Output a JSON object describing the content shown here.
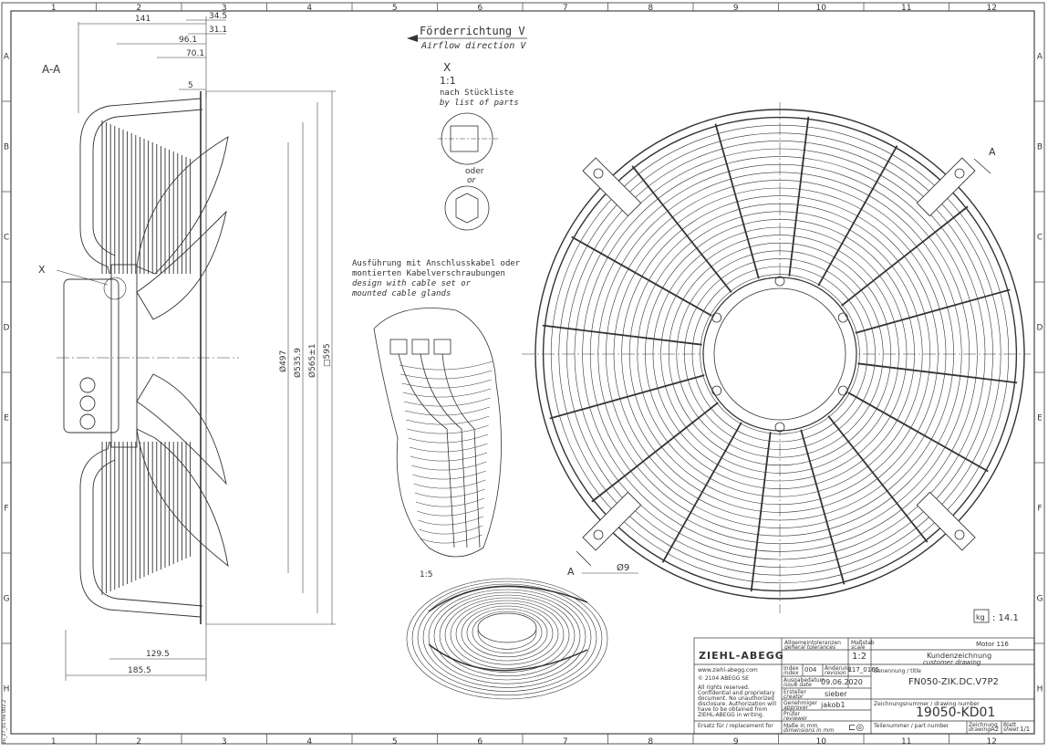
{
  "frame": {
    "cols": [
      "1",
      "2",
      "3",
      "4",
      "5",
      "6",
      "7",
      "8",
      "9",
      "10",
      "11",
      "12"
    ],
    "rows": [
      "A",
      "B",
      "C",
      "D",
      "E",
      "F",
      "G",
      "H"
    ],
    "side_stamp": "zu_27_01 Ins 002.2"
  },
  "section": {
    "label": "A-A",
    "detail_ref": "X",
    "dims": {
      "d141": "141",
      "d34_5": "34.5",
      "d31_1": "31.1",
      "d96_1": "96.1",
      "d70_1": "70.1",
      "d5": "5",
      "d129_5": "129.5",
      "d185_5": "185.5",
      "d497": "Ø497",
      "d535_9": "Ø535.9",
      "d565": "Ø565±1",
      "d595": "□595"
    }
  },
  "airflow": {
    "de": "Förderrichtung V",
    "en": "Airflow direction V"
  },
  "detail": {
    "ref": "X",
    "scale": "1:1",
    "note_de": "nach Stückliste",
    "note_en": "by list of parts",
    "or_de": "oder",
    "or_en": "or"
  },
  "cable_note": {
    "line1": "Ausführung mit Anschlusskabel oder",
    "line2": "montierten Kabelverschraubungen",
    "line3": "design with cable set or",
    "line4": "mounted cable glands"
  },
  "iso_scale": "1:5",
  "front": {
    "section_mark": "A",
    "section_mark2": "A",
    "hole": "Ø9"
  },
  "weight": {
    "unit": "kg",
    "value": ": 14.1"
  },
  "title_block": {
    "brand": "ZIEHL-ABEGG",
    "general_tol_de": "Allgemeintoleranzen",
    "general_tol_en": "general tolerances",
    "scale_de": "Maßstab",
    "scale_en": "scale",
    "scale": "1:2",
    "motor": "Motor 116",
    "web": "www.ziehl-abegg.com",
    "copyright": "© 2104 ABEGG SE",
    "rights1": "All rights reserved.",
    "rights2": "Confidential and proprietary",
    "rights3": "document. No unauthorized",
    "rights4": "disclosure. Authorization will",
    "rights5": "have to be obtained from",
    "rights6": "ZIEHL-ABEGG in writing.",
    "replacement": "Ersatz für / replacement for",
    "index_de": "Index",
    "index_en": "index",
    "index": "004",
    "change_de": "Änderung",
    "change_en": "revision",
    "change": "L17_0165",
    "issue_de": "Ausgabedatum",
    "issue_en": "issue date",
    "issue": "09.06.2020",
    "creator_de": "Ersteller",
    "creator_en": "creator",
    "creator": "sieber",
    "approver_de": "Genehmiger",
    "approver_en": "approver",
    "approver": "jakob1",
    "checker_de": "Prüfer",
    "checker_en": "reviewer",
    "units_de": "Maße in mm",
    "units_en": "dimensions in mm",
    "designation_label": "Benennung / title",
    "designation_de": "Kundenzeichnung",
    "designation_en": "customer drawing",
    "type": "FN050-ZIK.DC.V7P2",
    "drawing_label": "Zeichnungsnummer / drawing number",
    "drawing_no": "19050-KD01",
    "part_label": "Teilenummer / part number",
    "format_de": "Zeichnung",
    "format_en": "drawing",
    "format": "A2",
    "sheet_de": "Blatt",
    "sheet_en": "sheet",
    "sheet": "1/1"
  }
}
